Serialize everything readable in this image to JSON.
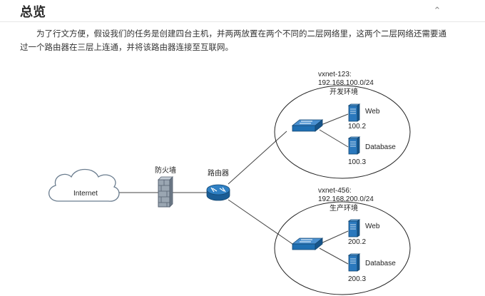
{
  "section": {
    "title": "总览",
    "collapse_icon": "chevron-up-icon",
    "intro": "为了行文方便，假设我们的任务是创建四台主机，并两两放置在两个不同的二层网络里，这两个二层网络还需要通过一个路由器在三层上连通，并将该路由器连接至互联网。"
  },
  "diagram": {
    "internet_label": "Internet",
    "firewall_label": "防火墙",
    "router_label": "路由器",
    "networks": [
      {
        "id_label": "vxnet-123:",
        "cidr": "192.168.100.0/24",
        "env": "开发环境",
        "hosts": [
          {
            "name": "Web",
            "ip": "100.2"
          },
          {
            "name": "Database",
            "ip": "100.3"
          }
        ]
      },
      {
        "id_label": "vxnet-456:",
        "cidr": "192.168.200.0/24",
        "env": "生产环境",
        "hosts": [
          {
            "name": "Web",
            "ip": "200.2"
          },
          {
            "name": "Database",
            "ip": "200.3"
          }
        ]
      }
    ],
    "colors": {
      "device_blue": "#1f6fb2",
      "device_light": "#5b9bd5",
      "firewall_gray": "#7f8c99",
      "cloud_fill": "#ffffff",
      "cloud_stroke": "#6b7d8f"
    }
  }
}
